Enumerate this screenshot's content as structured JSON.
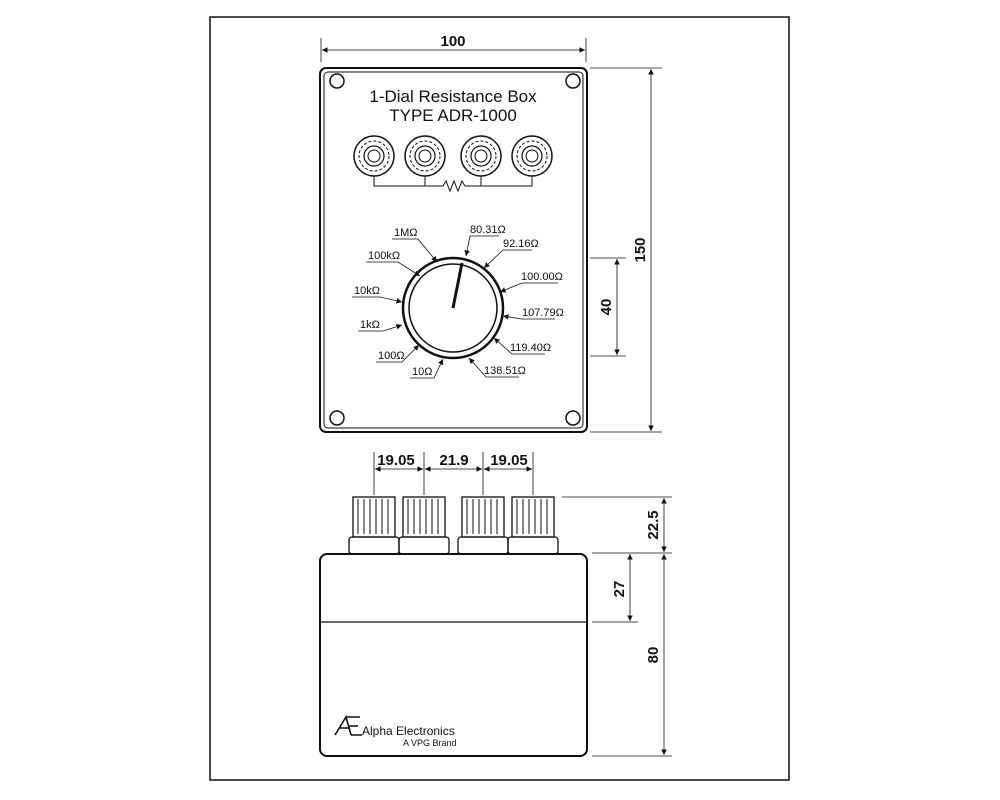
{
  "panel": {
    "title_line1": "1-Dial Resistance Box",
    "title_line2": "TYPE ADR-1000"
  },
  "dial": {
    "left_labels": [
      "1MΩ",
      "100kΩ",
      "10kΩ",
      "1kΩ",
      "100Ω",
      "10Ω"
    ],
    "right_labels": [
      "80.31Ω",
      "92.16Ω",
      "100.00Ω",
      "107.79Ω",
      "119.40Ω",
      "138.51Ω"
    ]
  },
  "dimensions": {
    "panel_width": "100",
    "panel_height": "150",
    "dial_diameter": "40",
    "terminal_spacing_left": "19.05",
    "terminal_spacing_middle": "21.9",
    "terminal_spacing_right": "19.05",
    "terminal_height": "22.5",
    "upper_body_height": "27",
    "body_height": "80"
  },
  "brand": {
    "name": "Alpha Electronics",
    "tagline": "A VPG Brand"
  },
  "colors": {
    "line": "#111111",
    "background": "#ffffff"
  }
}
